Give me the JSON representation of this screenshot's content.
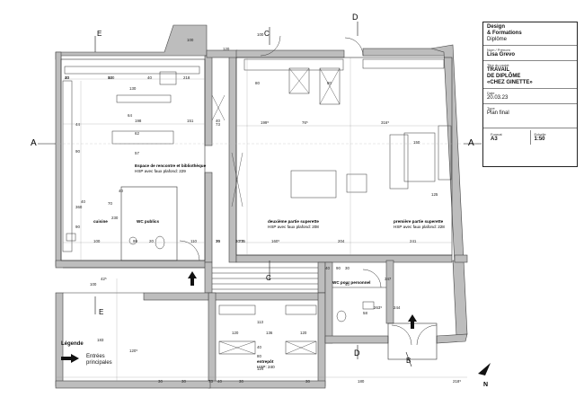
{
  "title_block": {
    "school": "Design\n& Formations",
    "diploma": "Diplôme",
    "name_label": "Nom / Prénom",
    "name": "Lisa Grevo",
    "project_label": "Titre du projet",
    "project_title": "TRAVAIL\nDE DIPLÔME\n«CHEZ GINETTE»",
    "date_label": "Date",
    "date": "20.03.23",
    "type_label": "Type",
    "type": "Plan final",
    "format_label": "Format",
    "format": "A3",
    "scale_label": "Echelle",
    "scale": "1:50"
  },
  "legend": {
    "title": "Légende",
    "entry_label": "Entrées principales"
  },
  "rooms": {
    "library": "Espace de rencontre et bibliothèque",
    "library_hsp": "HSP avec faux plafond: 229",
    "kitchen": "cuisine",
    "wc_public": "WC publics",
    "superette2": "deuxième partie superette",
    "superette2_hsp": "HSP avec faux plafond: 208",
    "superette1": "première partie superette",
    "superette1_hsp": "HSP avec faux plafond: 228",
    "wc_staff": "WC pour personnel",
    "storage": "entrepôt",
    "storage_hsp": "HSP: 240"
  },
  "section_marks": {
    "a": "A",
    "b": "B",
    "c": "C",
    "d": "D",
    "e": "E"
  },
  "compass": "N",
  "dimensions": [
    "40",
    "82",
    "40",
    "218",
    "100",
    "198",
    "151",
    "40",
    "73",
    "199⁵",
    "76⁵",
    "316⁵",
    "120",
    "100",
    "44",
    "90",
    "360",
    "230",
    "90",
    "100",
    "99",
    "20",
    "110",
    "75",
    "160⁵",
    "75",
    "204",
    "241",
    "62",
    "57",
    "64",
    "130",
    "40",
    "70",
    "40",
    "100",
    "183",
    "125",
    "150",
    "30",
    "30",
    "30",
    "80",
    "80",
    "120",
    "136",
    "120",
    "113",
    "40",
    "80",
    "124",
    "40",
    "30",
    "180",
    "218⁵",
    "120⁵",
    "347",
    "244",
    "263⁵",
    "58",
    "40",
    "40",
    "90",
    "30",
    "30",
    "30",
    "73",
    "73",
    "42⁵",
    "30",
    "100"
  ]
}
